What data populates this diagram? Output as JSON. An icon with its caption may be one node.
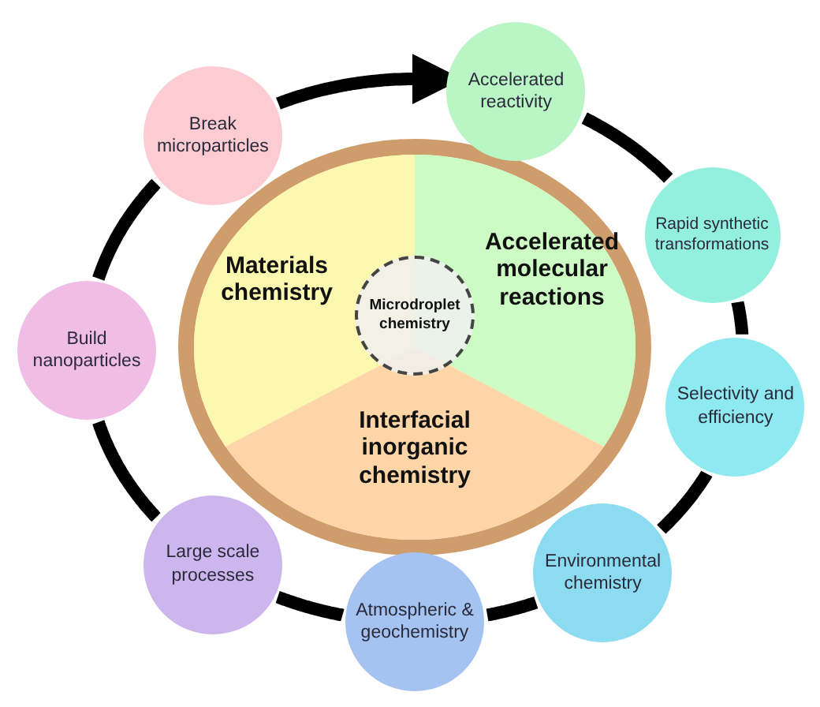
{
  "diagram": {
    "nodes": [
      {
        "text": [
          "Accelerated reactivity"
        ]
      },
      {
        "text": [
          "Rapid synthetic transformations"
        ]
      },
      {
        "text": [
          "Selectivity and efficiency"
        ]
      },
      {
        "text": [
          "Environmental chemistry"
        ]
      },
      {
        "text": [
          "Atmospheric & geochemistry"
        ]
      },
      {
        "text": [
          "Large scale processes"
        ]
      },
      {
        "text": [
          "Build nanoparticles"
        ]
      },
      {
        "text": [
          "Break microparticles"
        ]
      },
      {
        "text": [
          "Materials chemistry"
        ]
      },
      {
        "text": [
          "Accelerated molecular reactions"
        ]
      },
      {
        "text": [
          "Interfacial inorganic chemistry"
        ]
      },
      {
        "text": [
          "Microdroplet chemistry"
        ]
      }
    ],
    "edges": [
      {
        "from": 0,
        "to": 1,
        "arrow": "none"
      },
      {
        "from": 1,
        "to": 2,
        "arrow": "none"
      },
      {
        "from": 2,
        "to": 3,
        "arrow": "none"
      },
      {
        "from": 3,
        "to": 4,
        "arrow": "none"
      },
      {
        "from": 4,
        "to": 5,
        "arrow": "none"
      },
      {
        "from": 5,
        "to": 6,
        "arrow": "none"
      },
      {
        "from": 6,
        "to": 7,
        "arrow": "none"
      },
      {
        "from": 7,
        "to": 0,
        "arrow": "to"
      }
    ]
  }
}
